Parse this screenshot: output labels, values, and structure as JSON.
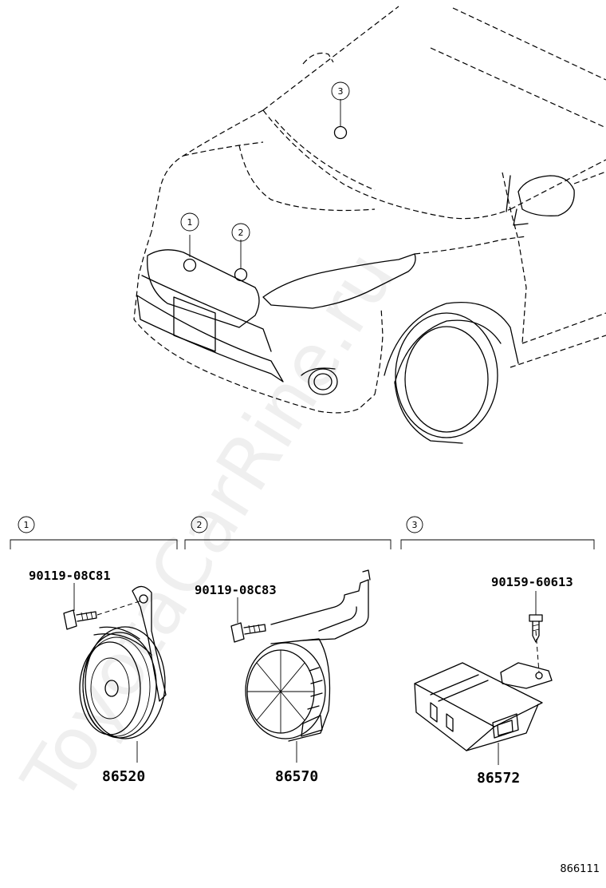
{
  "callouts": [
    "1",
    "2",
    "3"
  ],
  "groups": [
    {
      "number": "1",
      "bolt_part": "90119-08C81",
      "part": "86520"
    },
    {
      "number": "2",
      "bolt_part": "90119-08C83",
      "part": "86570"
    },
    {
      "number": "3",
      "bolt_part": "90159-60613",
      "part": "86572"
    }
  ],
  "diagram_id": "866111",
  "watermark": "ToyotaCarRine.ru"
}
